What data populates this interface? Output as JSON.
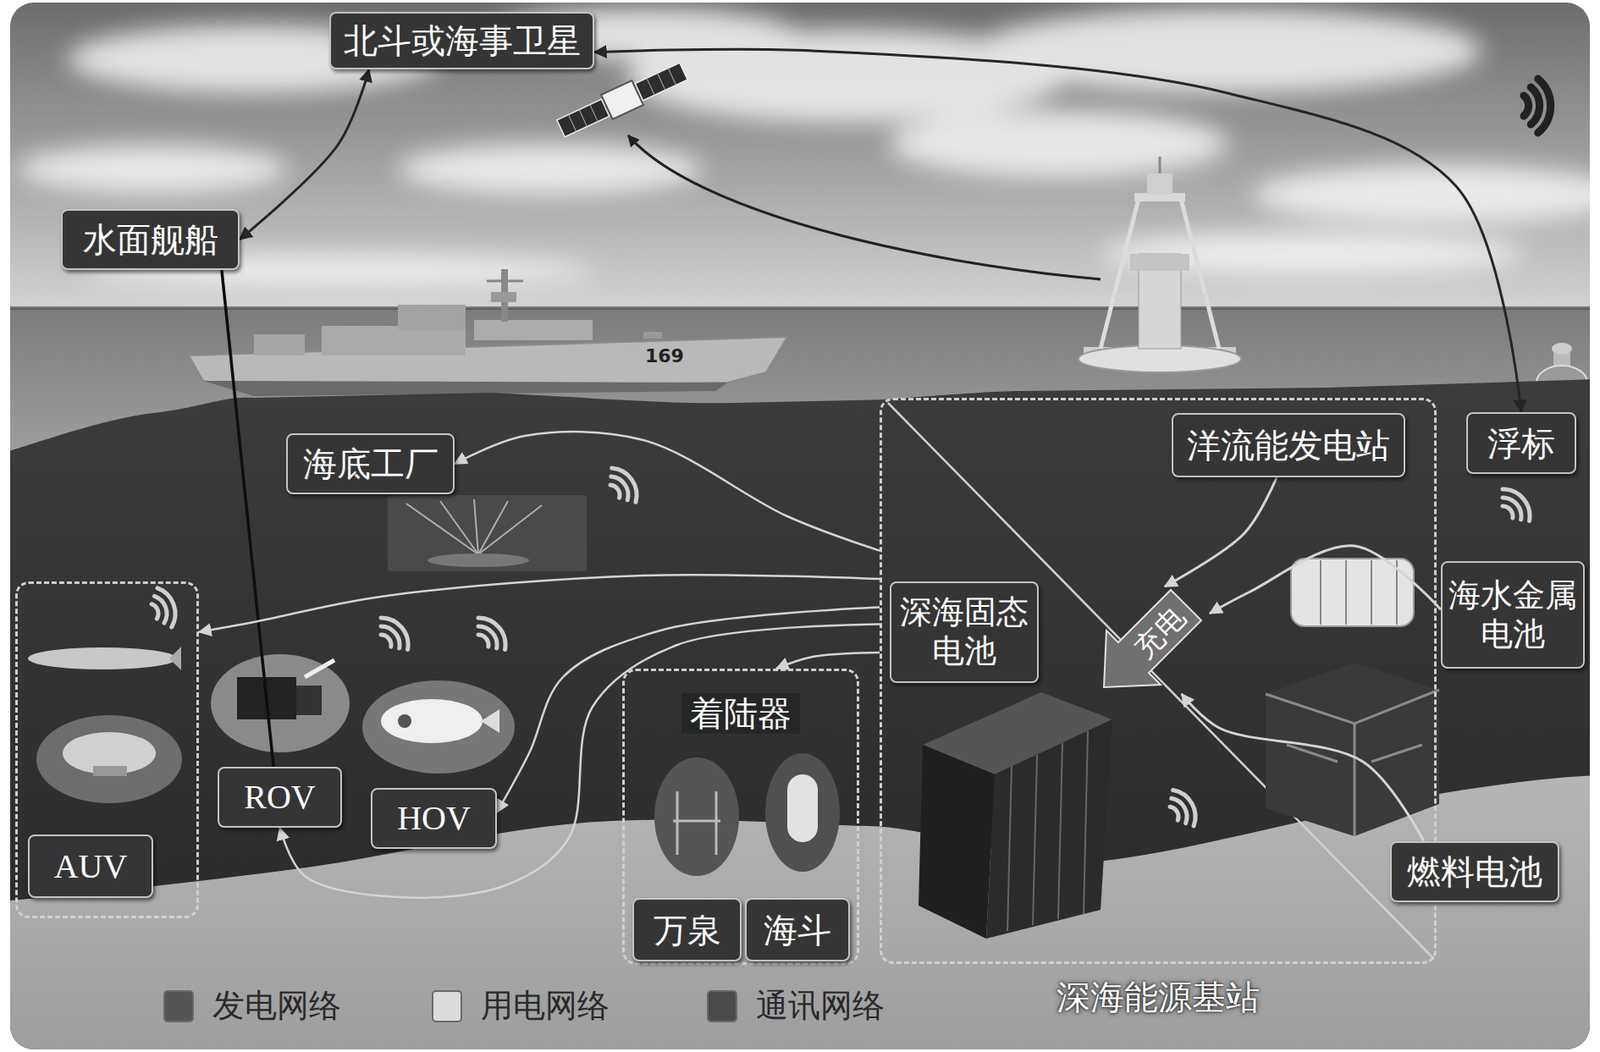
{
  "diagram": {
    "nodes": [
      {
        "text": [
          "北斗或海事卫星"
        ]
      },
      {
        "text": [
          "水面舰船"
        ]
      },
      {
        "text": [
          "海底工厂"
        ]
      },
      {
        "text": [
          "AUV"
        ]
      },
      {
        "text": [
          "ROV"
        ]
      },
      {
        "text": [
          "HOV"
        ]
      },
      {
        "text": [
          "着陆器"
        ]
      },
      {
        "text": [
          "万泉"
        ],
        "in": 6
      },
      {
        "text": [
          "海斗"
        ],
        "in": 6
      },
      {
        "text": [
          "深海能源基站"
        ]
      },
      {
        "text": [
          "洋流能发电站"
        ],
        "in": 9
      },
      {
        "text": [
          "深海固态 电池"
        ],
        "in": 9
      },
      {
        "text": [
          "充电"
        ],
        "in": 9
      },
      {
        "text": [
          "浮标"
        ]
      },
      {
        "text": [
          "海水金属 电池"
        ]
      },
      {
        "text": [
          "燃料电池"
        ]
      }
    ],
    "edges": [
      {
        "from": 0,
        "to": 1,
        "arrow": "both"
      },
      {
        "from": 0,
        "to": 13,
        "arrow": "both"
      },
      {
        "from": 1,
        "to": 4,
        "arrow": "none"
      },
      {
        "from": 9,
        "to": 2,
        "arrow": "to"
      },
      {
        "from": 9,
        "to": 3,
        "arrow": "to"
      },
      {
        "from": 9,
        "to": 5,
        "arrow": "to"
      },
      {
        "from": 9,
        "to": 4,
        "arrow": "to"
      },
      {
        "from": 9,
        "to": 6,
        "arrow": "to"
      },
      {
        "from": 10,
        "to": 12,
        "arrow": "to"
      },
      {
        "from": 14,
        "to": 12,
        "arrow": "to"
      },
      {
        "from": 15,
        "to": 12,
        "arrow": "to"
      }
    ],
    "labels": [
      "169"
    ],
    "legend": [
      {
        "text": "发电网络",
        "color": "#555555"
      },
      {
        "text": "用电网络",
        "color": "#dcdcdc"
      },
      {
        "text": "通讯网络",
        "color": "#4a4a4a"
      }
    ]
  }
}
